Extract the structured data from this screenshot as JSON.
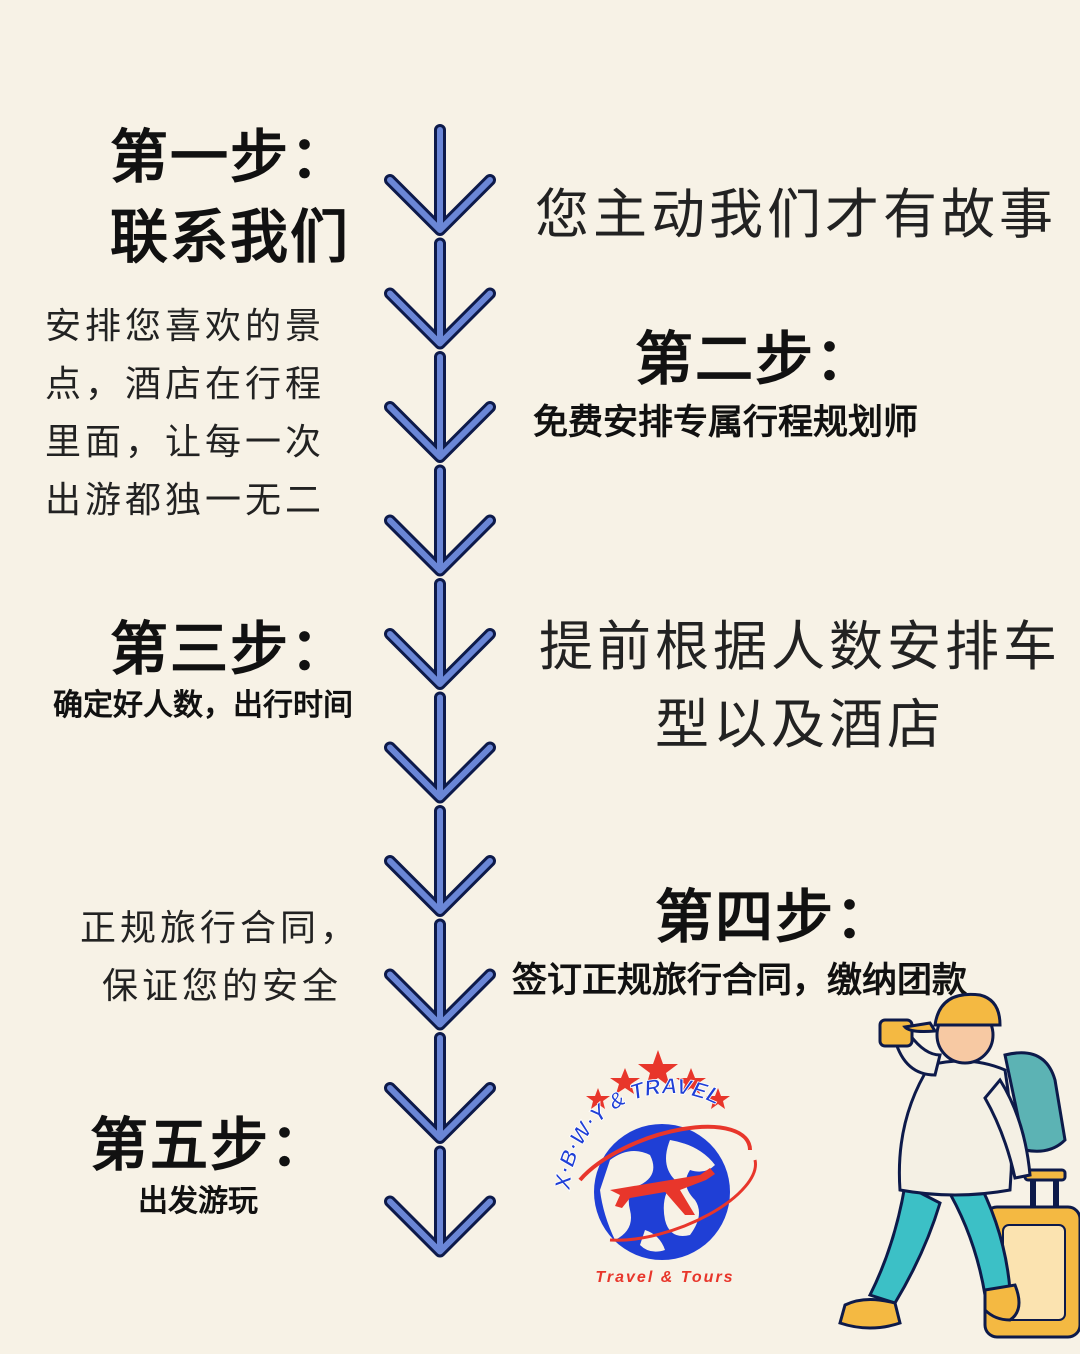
{
  "steps": {
    "step1": {
      "title": "第一步：",
      "subtitle": "联系我们",
      "right": "您主动我们才有故事"
    },
    "step2": {
      "title": "第二步：",
      "subtitle": "免费安排专属行程规划师",
      "left_lines": [
        "安排您喜欢的景",
        "点，酒店在行程",
        "里面，让每一次",
        "出游都独一无二"
      ]
    },
    "step3": {
      "title": "第三步：",
      "subtitle": "确定好人数，出行时间",
      "right_lines": [
        "提前根据人数安排车",
        "型以及酒店"
      ]
    },
    "step4": {
      "title": "第四步：",
      "subtitle": "签订正规旅行合同，缴纳团款",
      "left_lines": [
        "正规旅行合同，",
        "保证您的安全"
      ]
    },
    "step5": {
      "title": "第五步：",
      "subtitle": "出发游玩"
    }
  },
  "logo": {
    "brand": "X·B·W·Y & TRAVEL",
    "tagline": "Travel & Tours"
  },
  "colors": {
    "background": "#f7f2e6",
    "arrow": "#6a86d6",
    "arrow_outline": "#0d1a4a",
    "logo_blue": "#1f3fd6",
    "logo_red": "#e8362b"
  },
  "icons": [
    "down-arrow-icon",
    "globe-icon",
    "airplane-icon",
    "star-icon",
    "traveler-illustration"
  ]
}
